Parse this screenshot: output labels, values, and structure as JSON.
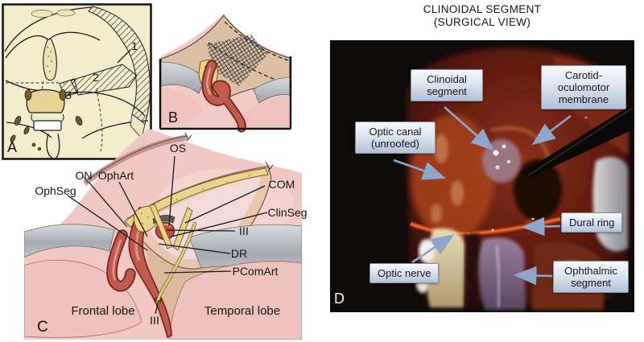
{
  "figure": {
    "type": "anatomical-figure",
    "subject": "Clinoidal segment of the internal carotid artery"
  },
  "panel_a": {
    "letter": "A",
    "label_1": "1",
    "label_2": "2",
    "label_3": "3"
  },
  "panel_b": {
    "letter": "B"
  },
  "panel_c": {
    "letter": "C",
    "labels": {
      "os": "OS",
      "on": "ON",
      "oph_art": "OphArt",
      "oph_seg": "OphSeg",
      "com": "COM",
      "clin_seg": "ClinSeg",
      "iii_upper": "III",
      "dr": "DR",
      "pcom_art": "PComArt",
      "frontal_lobe": "Frontal lobe",
      "iii_lower": "III",
      "temporal_lobe": "Temporal lobe"
    }
  },
  "panel_d": {
    "letter": "D",
    "title_line1": "CLINOIDAL SEGMENT",
    "title_line2": "(SURGICAL VIEW)",
    "callouts": {
      "clinoidal_segment": "Clinoidal segment",
      "carotid_oculomotor": "Carotid-oculomotor membrane",
      "optic_canal": "Optic canal (unroofed)",
      "dural_ring": "Dural ring",
      "optic_nerve": "Optic nerve",
      "ophthalmic_segment": "Ophthalmic segment"
    }
  },
  "colors": {
    "artery_red": "#c05a4c",
    "bone_yellow": "#ecd489",
    "dura_pink": "#f2c8c4",
    "tentorium_gray": "#b9bdc2",
    "callout_arrow_blue": "#8ea6cc",
    "photo_background": "#0e0b0a"
  }
}
